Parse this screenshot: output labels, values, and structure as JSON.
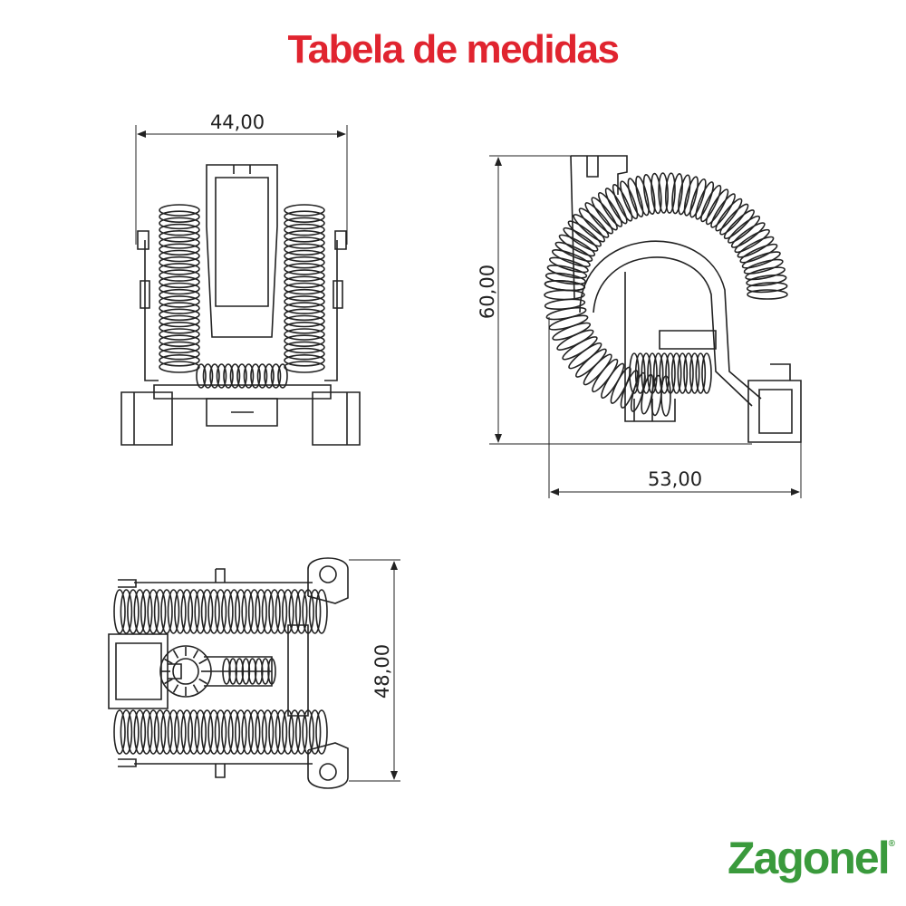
{
  "title": "Tabela de medidas",
  "brand": {
    "name": "Zagonel",
    "mark": "®"
  },
  "colors": {
    "title": "#e0242f",
    "brand": "#3a9a3c",
    "line": "#222222"
  },
  "dimensions": {
    "width_front": "44,00",
    "height_side": "60,00",
    "width_side": "53,00",
    "height_top": "48,00"
  }
}
